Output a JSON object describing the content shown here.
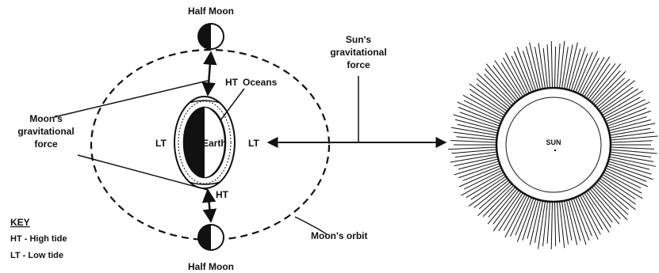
{
  "labels": {
    "half_moon_top": "Half Moon",
    "half_moon_bottom": "Half Moon",
    "earth": "Earth",
    "oceans": "Oceans",
    "ht_top": "HT",
    "ht_bottom": "HT",
    "lt_left": "LT",
    "lt_right": "LT",
    "moons_force": [
      "Moon's",
      "gravitational",
      "force"
    ],
    "suns_force": [
      "Sun's",
      "gravitational",
      "force"
    ],
    "moons_orbit": "Moon's orbit",
    "sun": "SUN"
  },
  "key": {
    "title": "KEY",
    "items": [
      "HT - High tide",
      "LT - Low tide"
    ]
  }
}
